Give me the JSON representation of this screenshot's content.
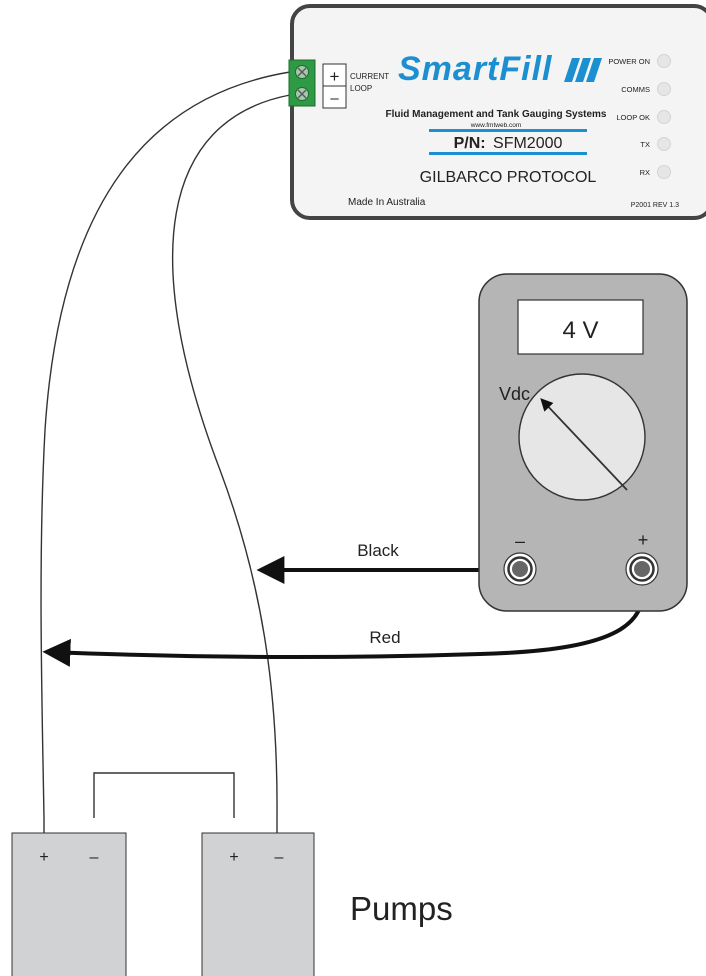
{
  "device": {
    "brand": "SmartFill",
    "tagline": "Fluid Management and Tank Gauging Systems",
    "website": "www.fmtweb.com",
    "pn_label": "P/N:",
    "pn_value": "SFM2000",
    "protocol": "GILBARCO PROTOCOL",
    "origin": "Made In Australia",
    "revision": "P2001 REV 1.3",
    "terminal_plus": "+",
    "terminal_minus": "–",
    "terminal_label_line1": "CURRENT",
    "terminal_label_line2": "LOOP",
    "leds": [
      "POWER ON",
      "COMMS",
      "LOOP OK",
      "TX",
      "RX"
    ]
  },
  "meter": {
    "display": "4 V",
    "mode": "Vdc",
    "minus_label": "–",
    "plus_label": "+"
  },
  "wires": {
    "black": "Black",
    "red": "Red"
  },
  "pumps": {
    "label": "Pumps",
    "pump1_plus": "+",
    "pump1_minus": "–",
    "pump2_plus": "+",
    "pump2_minus": "–"
  },
  "colors": {
    "device_fill": "#f4f4f4",
    "device_border": "#444444",
    "terminal_green": "#2e9a45",
    "brand_blue": "#1b8fd0",
    "meter_body": "#b5b5b5",
    "pump_fill": "#d1d2d3"
  }
}
